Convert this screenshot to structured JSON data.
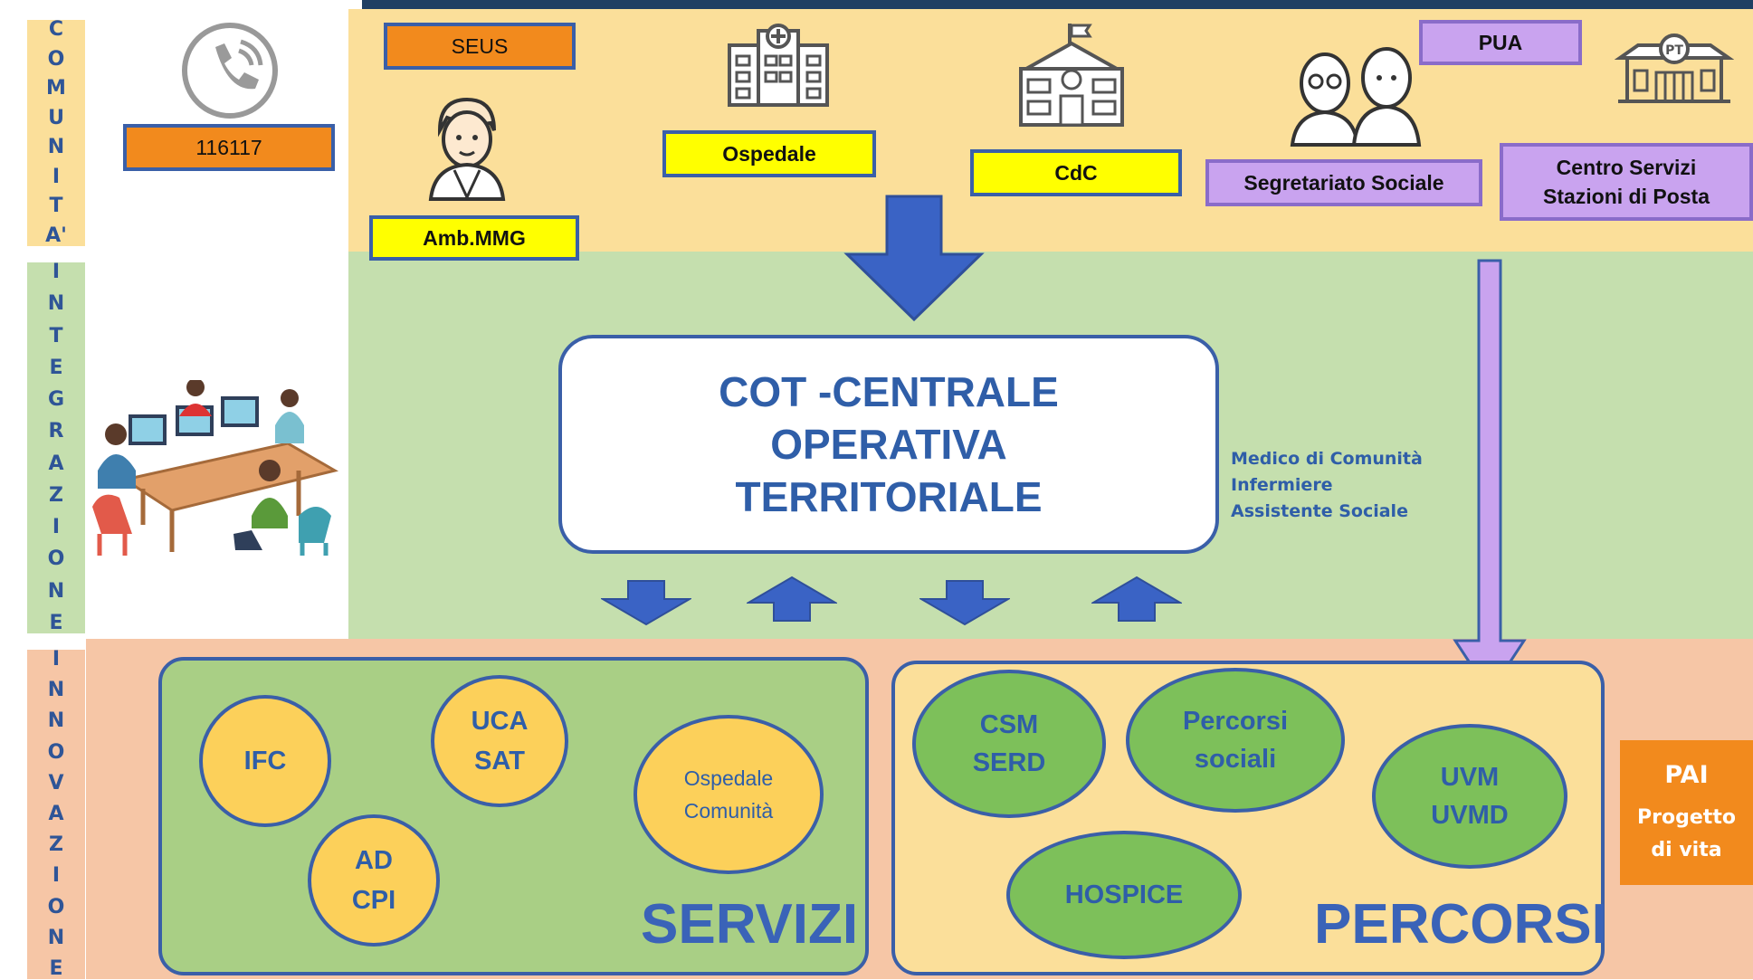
{
  "side_labels": {
    "comunita": [
      "C",
      "O",
      "M",
      "U",
      "N",
      "I",
      "T",
      "A'"
    ],
    "integrazione": [
      "I",
      "N",
      "T",
      "E",
      "G",
      "R",
      "A",
      "Z",
      "I",
      "O",
      "N",
      "E"
    ],
    "innovazione": [
      "I",
      "N",
      "N",
      "O",
      "V",
      "A",
      "Z",
      "I",
      "O",
      "N",
      "E"
    ]
  },
  "comunita": {
    "phone_number": "116117",
    "seus": "SEUS",
    "amb_mmg": "Amb.MMG",
    "ospedale": "Ospedale",
    "cdc": "CdC",
    "segretariato": "Segretariato Sociale",
    "pua": "PUA",
    "centro_servizi": [
      "Centro Servizi",
      "Stazioni di Posta"
    ],
    "post_badge": "PT"
  },
  "cot": {
    "lines": [
      "COT -CENTRALE",
      "OPERATIVA",
      "TERRITORIALE"
    ],
    "staff": [
      "Medico di Comunità",
      "Infermiere",
      "Assistente Sociale"
    ]
  },
  "servizi": {
    "title": "SERVIZI",
    "ifc": [
      "IFC"
    ],
    "uca": [
      "UCA",
      "SAT"
    ],
    "ad": [
      "AD",
      "CPI"
    ],
    "osp_com": [
      "Ospedale",
      "Comunità"
    ]
  },
  "percorsi": {
    "title": "PERCORSI",
    "csm": [
      "CSM",
      "SERD"
    ],
    "sociali": [
      "Percorsi",
      "sociali"
    ],
    "uvm": [
      "UVM",
      "UVMD"
    ],
    "hospice": [
      "HOSPICE"
    ]
  },
  "pai": {
    "title": "PAI",
    "subtitle": [
      "Progetto",
      "di vita"
    ]
  },
  "colors": {
    "comunita_band": "#fbdf9a",
    "integrazione_band": "#c5dfae",
    "innovazione_band": "#f6c6a6",
    "blue": "#3a5fa8",
    "violet": "#c9a3ef"
  }
}
